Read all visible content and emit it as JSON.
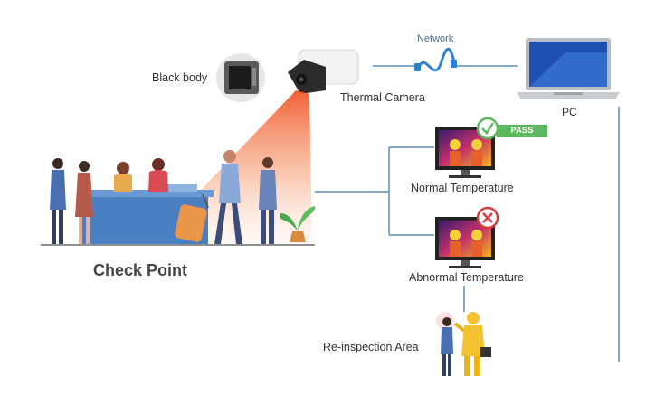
{
  "labels": {
    "network": "Network",
    "black_body": "Black body",
    "thermal_camera": "Thermal Camera",
    "pc": "PC",
    "check_point": "Check Point",
    "normal_temperature": "Normal Temperature",
    "pass_badge": "PASS",
    "abnormal_temperature": "Abnormal Temperature",
    "reinspection_area": "Re-inspection Area"
  },
  "icons": [
    "black-body-device-icon",
    "thermal-camera-icon",
    "network-cable-icon",
    "laptop-pc-icon",
    "thermal-monitor-icon",
    "pass-check-icon",
    "fail-x-icon",
    "hazmat-inspector-icon",
    "person-icon"
  ],
  "colors": {
    "connector": "#5b8db8",
    "pass": "#5cb85c",
    "fail": "#e0383a",
    "beam": "#f06a3c",
    "counter": "#4a7fc1"
  }
}
